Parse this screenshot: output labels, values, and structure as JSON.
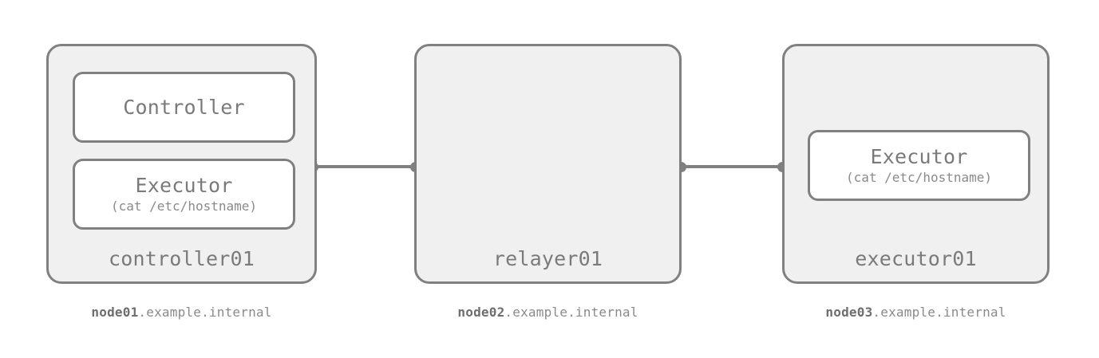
{
  "diagram": {
    "background_color": "#ffffff",
    "node_fill_color": "#f0f0f0",
    "border_color": "#808080",
    "component_fill_color": "#ffffff",
    "text_color": "#7a7a7a",
    "nodes": [
      {
        "id": "node01",
        "name": "controller01",
        "fqdn_host": "node01",
        "fqdn_domain": ".example.internal",
        "components": [
          {
            "title": "Controller",
            "subtitle": ""
          },
          {
            "title": "Executor",
            "subtitle": "(cat /etc/hostname)"
          }
        ]
      },
      {
        "id": "node02",
        "name": "relayer01",
        "fqdn_host": "node02",
        "fqdn_domain": ".example.internal",
        "components": []
      },
      {
        "id": "node03",
        "name": "executor01",
        "fqdn_host": "node03",
        "fqdn_domain": ".example.internal",
        "components": [
          {
            "title": "Executor",
            "subtitle": "(cat /etc/hostname)"
          }
        ]
      }
    ],
    "connections": [
      {
        "from": "controller01",
        "to": "relayer01"
      },
      {
        "from": "relayer01",
        "to": "executor01"
      }
    ]
  }
}
